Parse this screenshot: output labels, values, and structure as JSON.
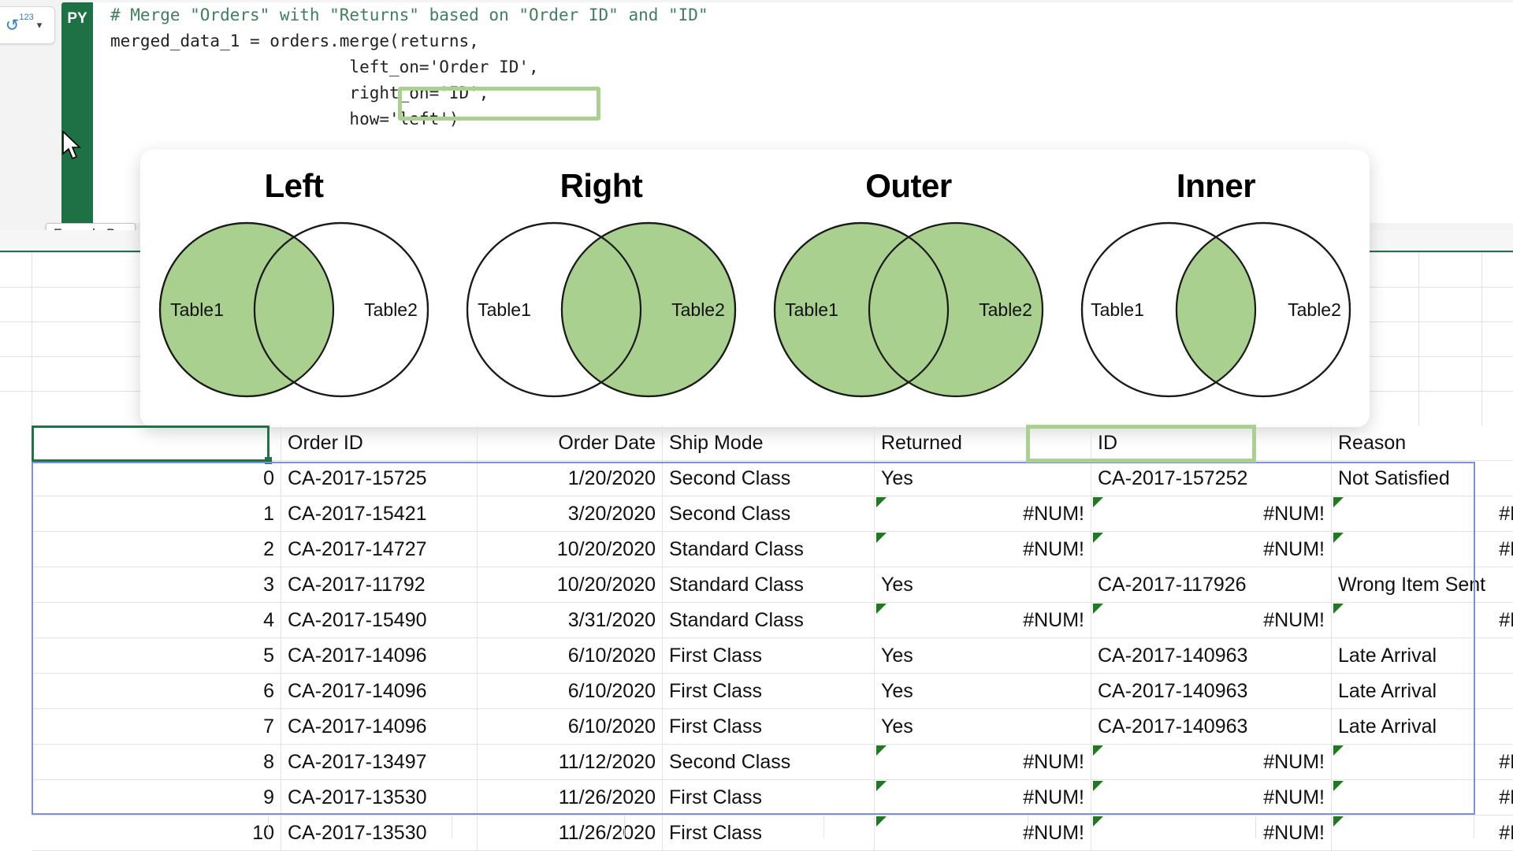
{
  "formula_bar": {
    "name_box_icon": "py-number-format-icon",
    "dropdown_icon": "chevron-down-icon",
    "py_badge": "PY",
    "tooltip": "Formula Bar",
    "code_lines": [
      "# Merge \"Orders\" with \"Returns\" based on \"Order ID\" and \"ID\"",
      "merged_data_1 = orders.merge(returns,",
      "                        left_on='Order ID',",
      "                        right_on='ID',",
      "                        how='left')"
    ],
    "highlighted_fragment": "right_on='ID',"
  },
  "venn": {
    "diagrams": [
      {
        "title": "Left",
        "left_table": "Table1",
        "right_table": "Table2",
        "left_filled": true,
        "right_filled": false,
        "overlap_filled": true
      },
      {
        "title": "Right",
        "left_table": "Table1",
        "right_table": "Table2",
        "left_filled": false,
        "right_filled": true,
        "overlap_filled": true
      },
      {
        "title": "Outer",
        "left_table": "Table1",
        "right_table": "Table2",
        "left_filled": true,
        "right_filled": true,
        "overlap_filled": true
      },
      {
        "title": "Inner",
        "left_table": "Table1",
        "right_table": "Table2",
        "left_filled": false,
        "right_filled": false,
        "overlap_filled": true
      }
    ],
    "fill_color": "#a9d08e",
    "stroke_color": "#1a1a1a"
  },
  "table": {
    "headers": [
      "",
      "Order ID",
      "Order Date",
      "Ship Mode",
      "Returned",
      "ID",
      "Reason"
    ],
    "highlighted_header": "ID",
    "error_value": "#NUM!",
    "rows": [
      {
        "index": "0",
        "order_id": "CA-2017-15725",
        "order_date": "1/20/2020",
        "ship_mode": "Second Class",
        "returned": "Yes",
        "id": "CA-2017-157252",
        "reason": "Not Satisfied",
        "error": false
      },
      {
        "index": "1",
        "order_id": "CA-2017-15421",
        "order_date": "3/20/2020",
        "ship_mode": "Second Class",
        "returned": "#NUM!",
        "id": "#NUM!",
        "reason": "#NUM!",
        "error": true
      },
      {
        "index": "2",
        "order_id": "CA-2017-14727",
        "order_date": "10/20/2020",
        "ship_mode": "Standard Class",
        "returned": "#NUM!",
        "id": "#NUM!",
        "reason": "#NUM!",
        "error": true
      },
      {
        "index": "3",
        "order_id": "CA-2017-11792",
        "order_date": "10/20/2020",
        "ship_mode": "Standard Class",
        "returned": "Yes",
        "id": "CA-2017-117926",
        "reason": "Wrong Item Sent",
        "error": false
      },
      {
        "index": "4",
        "order_id": "CA-2017-15490",
        "order_date": "3/31/2020",
        "ship_mode": "Standard Class",
        "returned": "#NUM!",
        "id": "#NUM!",
        "reason": "#NUM!",
        "error": true
      },
      {
        "index": "5",
        "order_id": "CA-2017-14096",
        "order_date": "6/10/2020",
        "ship_mode": "First Class",
        "returned": "Yes",
        "id": "CA-2017-140963",
        "reason": "Late Arrival",
        "error": false
      },
      {
        "index": "6",
        "order_id": "CA-2017-14096",
        "order_date": "6/10/2020",
        "ship_mode": "First Class",
        "returned": "Yes",
        "id": "CA-2017-140963",
        "reason": "Late Arrival",
        "error": false
      },
      {
        "index": "7",
        "order_id": "CA-2017-14096",
        "order_date": "6/10/2020",
        "ship_mode": "First Class",
        "returned": "Yes",
        "id": "CA-2017-140963",
        "reason": "Late Arrival",
        "error": false
      },
      {
        "index": "8",
        "order_id": "CA-2017-13497",
        "order_date": "11/12/2020",
        "ship_mode": "Second Class",
        "returned": "#NUM!",
        "id": "#NUM!",
        "reason": "#NUM!",
        "error": true
      },
      {
        "index": "9",
        "order_id": "CA-2017-13530",
        "order_date": "11/26/2020",
        "ship_mode": "First Class",
        "returned": "#NUM!",
        "id": "#NUM!",
        "reason": "#NUM!",
        "error": true
      },
      {
        "index": "10",
        "order_id": "CA-2017-13530",
        "order_date": "11/26/2020",
        "ship_mode": "First Class",
        "returned": "#NUM!",
        "id": "#NUM!",
        "reason": "#NUM!",
        "error": true
      }
    ]
  },
  "colors": {
    "excel_green": "#217346",
    "py_badge_green": "#1e7145",
    "highlight_green": "#a9d08e",
    "selection_blue": "#7b93d4",
    "error_flag_green": "#1e7a1e"
  }
}
